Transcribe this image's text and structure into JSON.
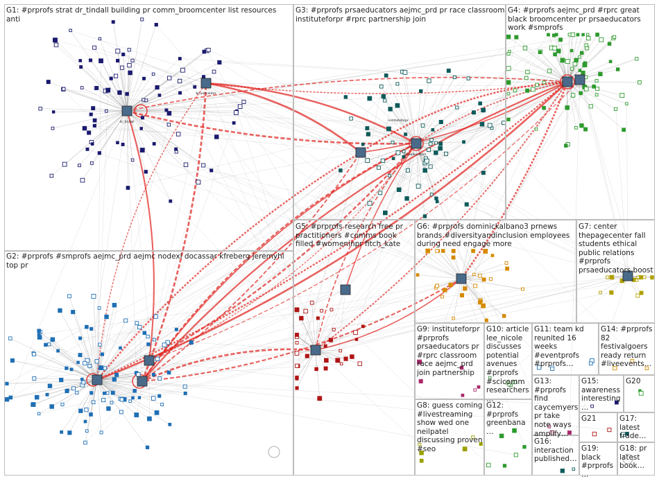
{
  "groups": [
    {
      "id": "G1",
      "label": "G1: #prprofs strat dr_tindall building pr comm_broomcenter list resources anti"
    },
    {
      "id": "G2",
      "label": "G2: #prprofs #smprofs aejmc_prd aejmc nodexl docassar kfreberg jeremyhl top pr"
    },
    {
      "id": "G3",
      "label": "G3: #prprofs prsaeducators aejmc_prd pr race classroom instituteforpr #rprc partnership join"
    },
    {
      "id": "G4",
      "label": "G4: #prprofs aejmc_prd #rprc great black broomcenter pr prsaeducators work #smprofs"
    },
    {
      "id": "G5",
      "label": "G5: #prprofs research free pr practitioners #comms book filled #womeninpr fitch_kate"
    },
    {
      "id": "G6",
      "label": "G6: #prprofs dominickalbano3 prnews brands #diversityandinclusion employees during need engage more"
    },
    {
      "id": "G7",
      "label": "G7: center thepagecenter fall students ethical public relations #prprofs prsaeducators boost"
    },
    {
      "id": "G8",
      "label": "G8: guess coming #livestreaming show wed one neilpatel discussing proven #seo"
    },
    {
      "id": "G9",
      "label": "G9: instituteforpr #prprofs prsaeducators pr #rprc classroom race aejmc_prd join partnership"
    },
    {
      "id": "G10",
      "label": "G10: article lee_nicole discusses potential avenues #prprofs #scicomm researchers…"
    },
    {
      "id": "G11",
      "label": "G11: team kd reunited 16 weeks #eventprofs #prprofs…"
    },
    {
      "id": "G12",
      "label": "G12: #prprofs greenbana…"
    },
    {
      "id": "G13",
      "label": "G13: #prprofs find caycemyers pr take note ways amplify…"
    },
    {
      "id": "G14",
      "label": "G14: #prprofs 82 festivalgoers ready return #liveevents…"
    },
    {
      "id": "G15",
      "label": "G15: awareness interesting…"
    },
    {
      "id": "G16",
      "label": "G16: interaction published…"
    },
    {
      "id": "G17",
      "label": "G17: latest trade…"
    },
    {
      "id": "G18",
      "label": "G18: pr latest book…"
    },
    {
      "id": "G19",
      "label": "G19: black #prprofs…"
    },
    {
      "id": "G20",
      "label": "G20"
    },
    {
      "id": "G21",
      "label": "G21"
    }
  ],
  "hub_labels": {
    "dr_tindall": "dr_tindall",
    "broomcenter": "broomcenter",
    "instituteforpr": "instituteforpr",
    "prsaeducators": "prsaeducators"
  },
  "colors": {
    "panel_border": "#bdbdbd",
    "edge_gray": "#8c8c8c",
    "edge_red": "#e0201b",
    "g1_node": "#1a1a6e",
    "g2_node": "#1f6fb5",
    "g3_node": "#0f5a5a",
    "g4_node": "#2e9a2e",
    "g5_node": "#b01515",
    "g6_node": "#d68a00",
    "g7_node": "#b0a000",
    "g8_node": "#9aa000",
    "g9_node": "#a82a6a",
    "g10_node": "#3a8a3a"
  }
}
